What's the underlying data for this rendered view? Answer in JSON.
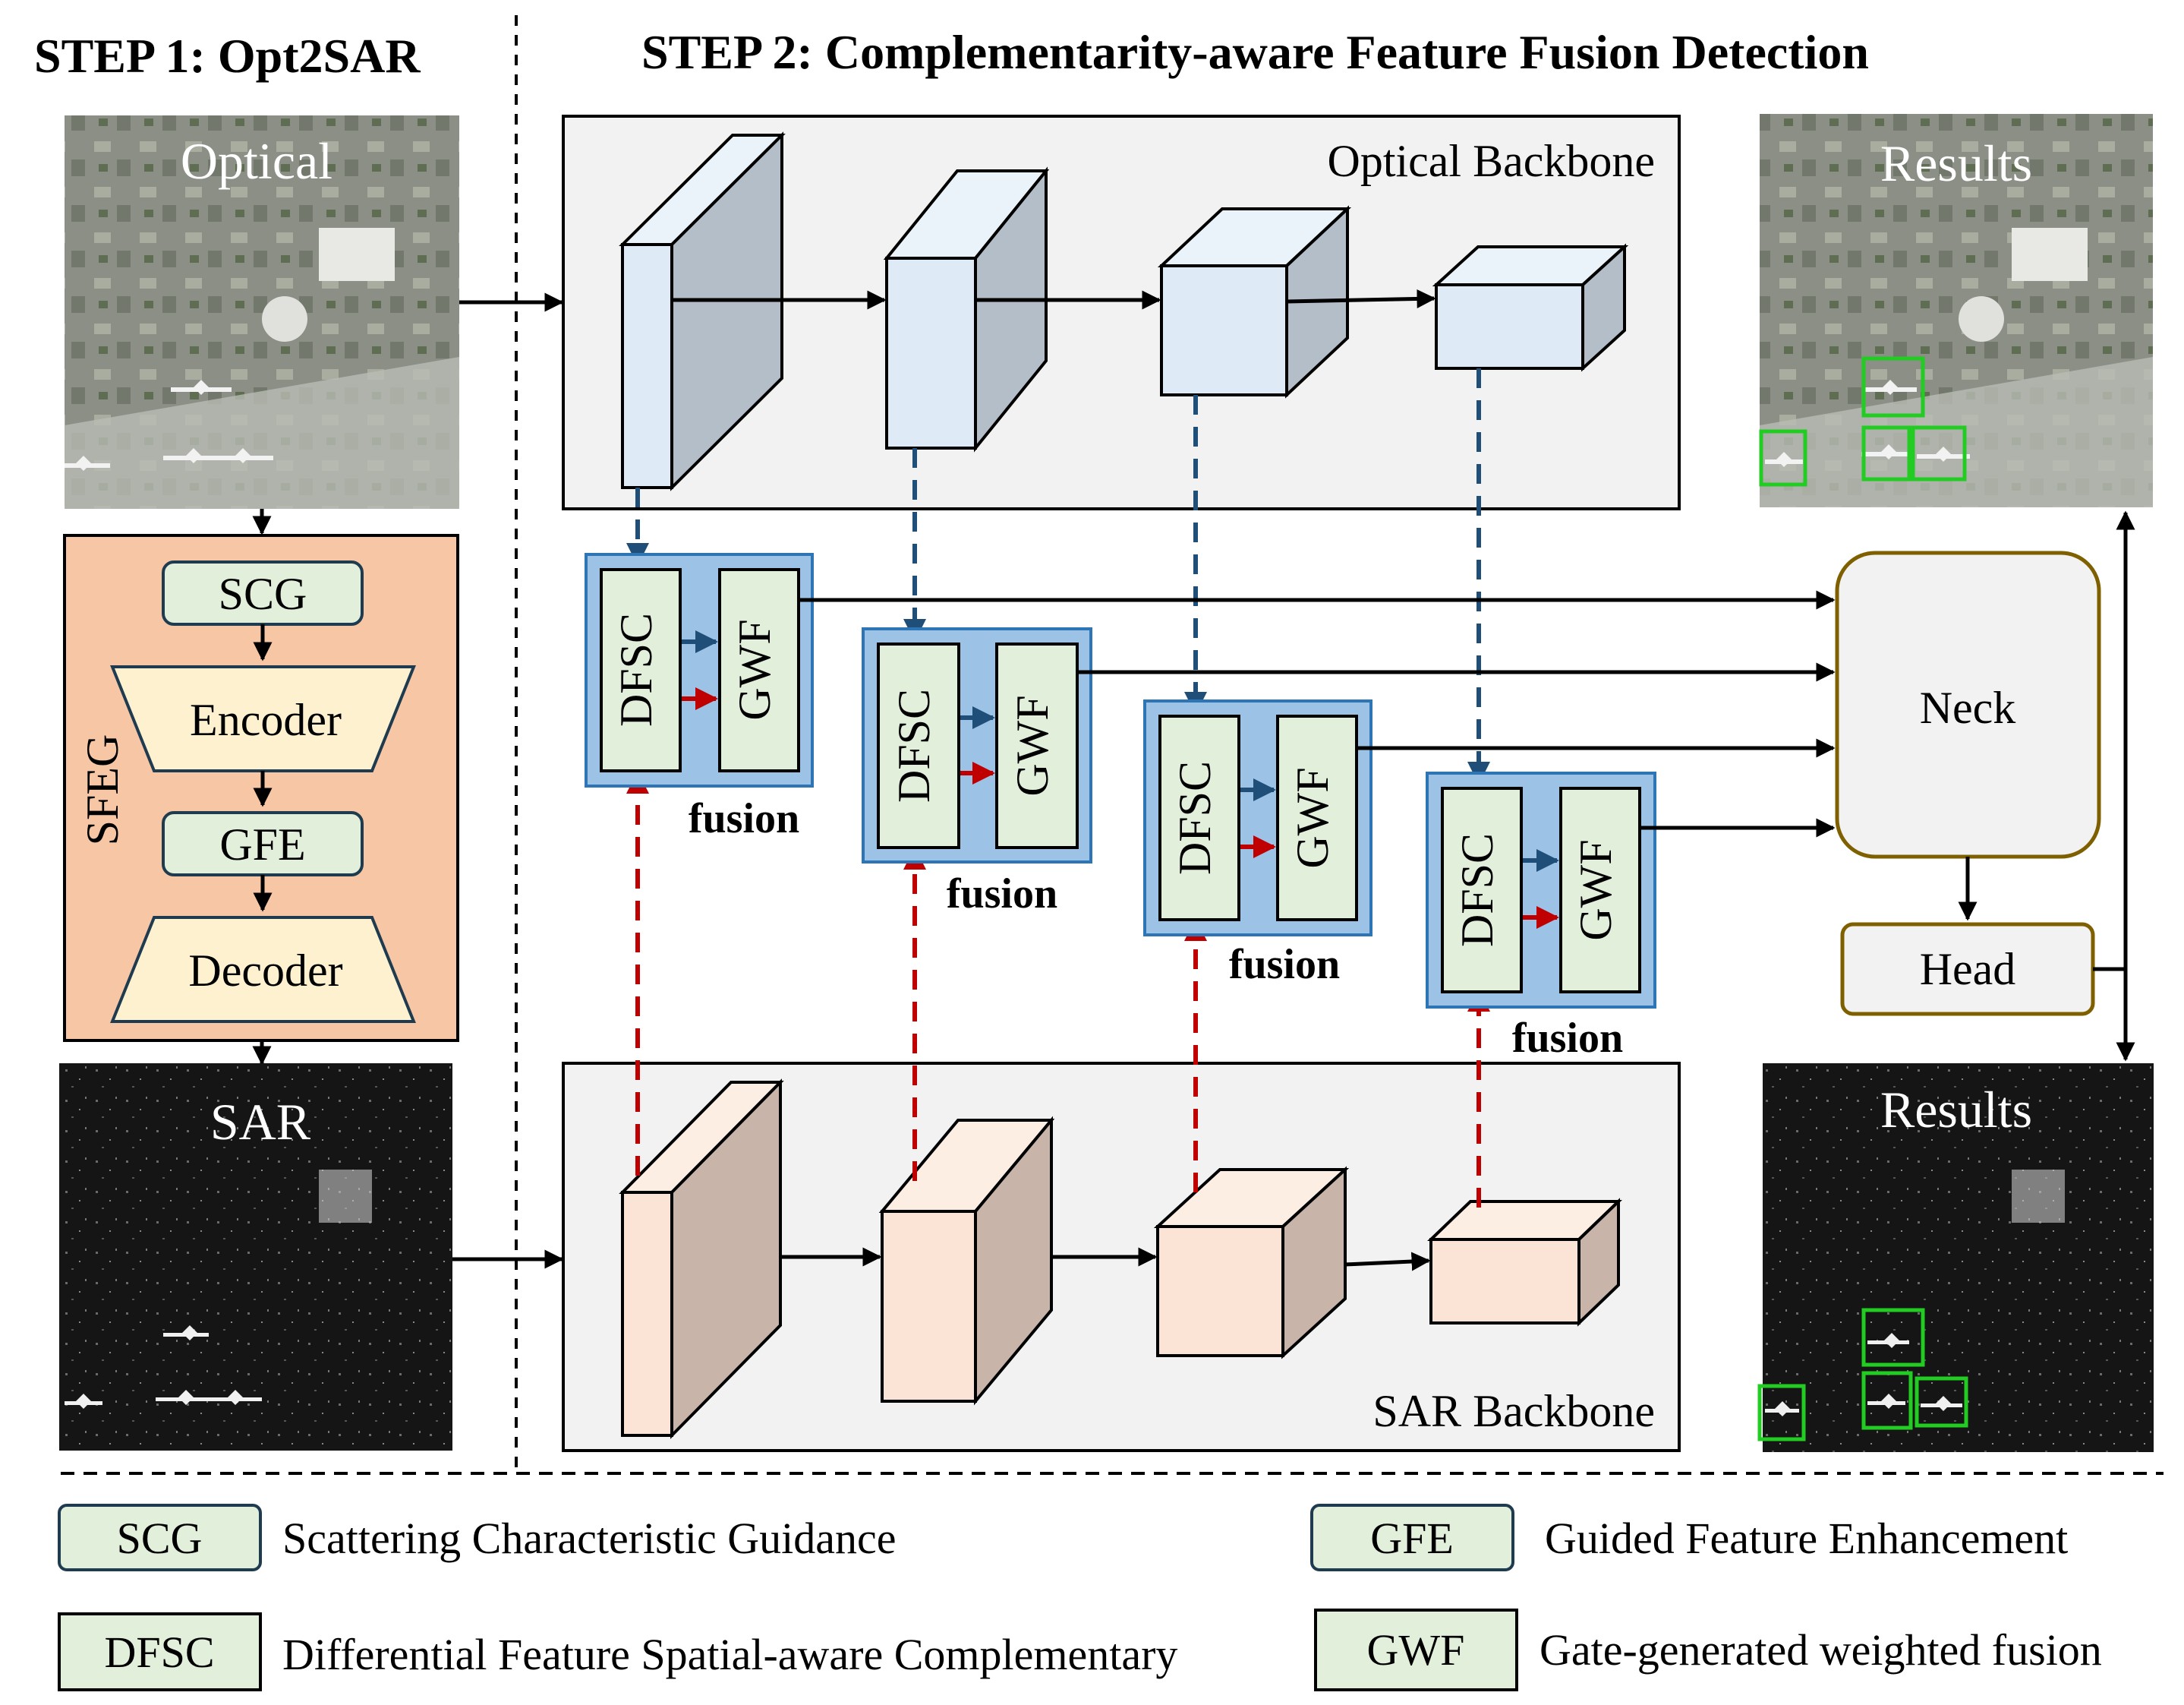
{
  "titles": {
    "step1": "STEP 1: Opt2SAR",
    "step2": "STEP 2: Complementarity-aware Feature Fusion Detection"
  },
  "images": {
    "optical": "Optical",
    "sar": "SAR",
    "results_top": "Results",
    "results_bottom": "Results"
  },
  "sfeg": {
    "label": "SFEG",
    "scg": "SCG",
    "encoder": "Encoder",
    "gfe": "GFE",
    "decoder": "Decoder"
  },
  "backbones": {
    "optical": "Optical Backbone",
    "sar": "SAR Backbone"
  },
  "fusion_blocks": [
    {
      "dfsc": "DFSC",
      "gwf": "GWF",
      "label": "fusion"
    },
    {
      "dfsc": "DFSC",
      "gwf": "GWF",
      "label": "fusion"
    },
    {
      "dfsc": "DFSC",
      "gwf": "GWF",
      "label": "fusion"
    },
    {
      "dfsc": "DFSC",
      "gwf": "GWF",
      "label": "fusion"
    }
  ],
  "neck": "Neck",
  "head": "Head",
  "legend": [
    {
      "abbr": "SCG",
      "desc": "Scattering Characteristic Guidance"
    },
    {
      "abbr": "GFE",
      "desc": "Guided Feature Enhancement"
    },
    {
      "abbr": "DFSC",
      "desc": "Differential Feature Spatial-aware Complementary"
    },
    {
      "abbr": "GWF",
      "desc": "Gate-generated weighted fusion"
    }
  ],
  "colors": {
    "optical_cube_front": "#deeaf6",
    "optical_cube_side": "#b4bec8",
    "sar_cube_front": "#fbe4d6",
    "sar_cube_side": "#c9b4aa",
    "sfeg_bg": "#f7c7a5",
    "module_green": "#e2efda",
    "trapezoid_yellow": "#fdf1cf",
    "fusion_blue": "#9cc2e5",
    "blue_arrow": "#1f4e79",
    "red_arrow": "#c00000",
    "detection_box": "#22cc22",
    "neck_border": "#7f6000"
  }
}
